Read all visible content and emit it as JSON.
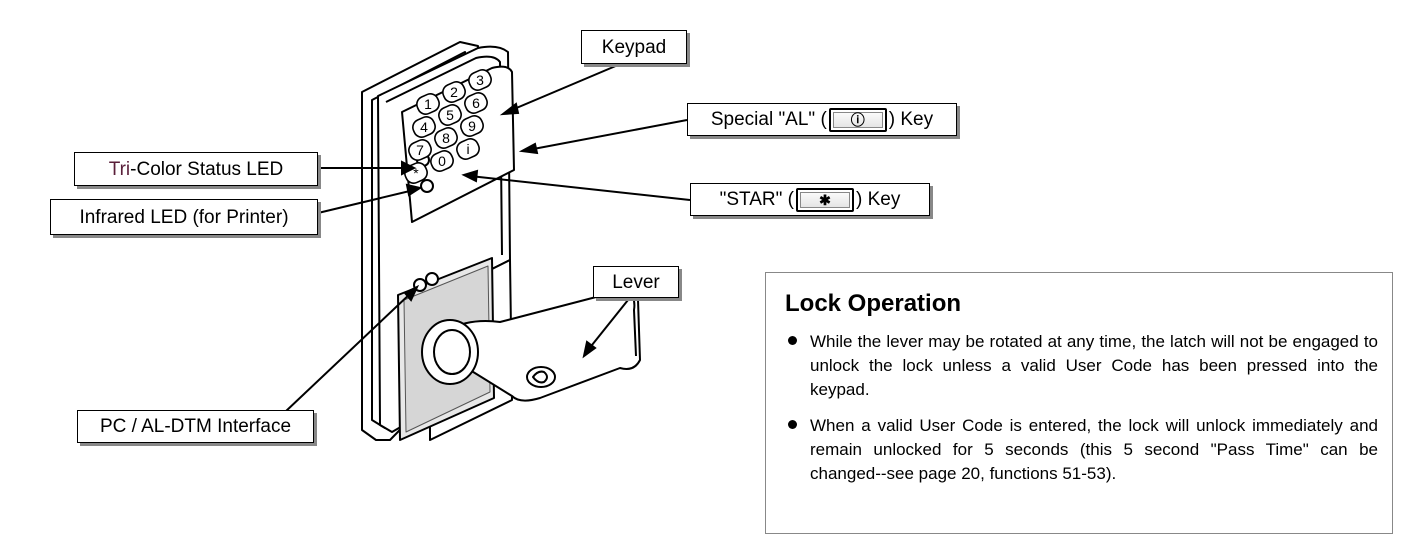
{
  "callouts": {
    "keypad": "Keypad",
    "special_key_prefix": "Special \"AL\" (",
    "special_key_suffix": ") Key",
    "tri_color_a": "Tri",
    "tri_color_b": "-Color Status LED",
    "star_key_prefix": "\"STAR\" (",
    "star_key_suffix": ") Key",
    "infrared": "Infrared LED (for Printer)",
    "lever": "Lever",
    "interface": "PC / AL-DTM Interface"
  },
  "keypad_keys": [
    "1",
    "2",
    "3",
    "4",
    "5",
    "6",
    "7",
    "8",
    "9",
    "*",
    "0",
    "i"
  ],
  "panel": {
    "title": "Lock Operation",
    "bullets": [
      "While the lever may be rotated at any time, the latch will not be engaged to unlock the lock unless a valid User Code has been pressed into the keypad.",
      "When a valid User Code is entered, the lock will unlock immediately and remain unlocked for 5 seconds (this 5 second \"Pass Time\" can be changed--see page 20, functions 51-53)."
    ]
  }
}
